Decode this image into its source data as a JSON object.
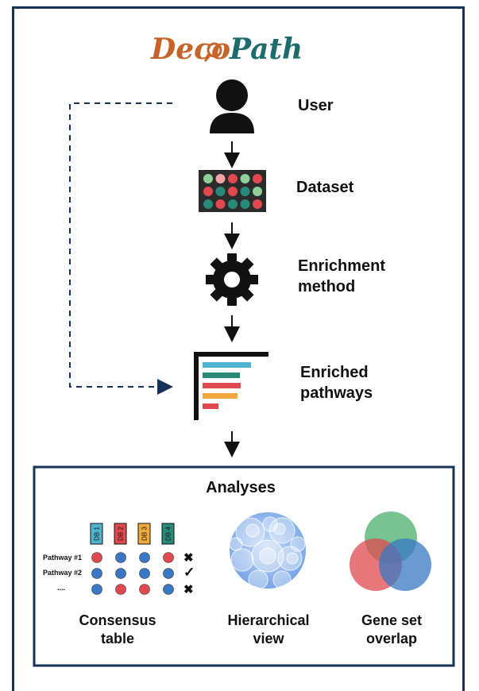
{
  "logo": {
    "part1": "Deco",
    "part2": "Path"
  },
  "steps": {
    "user": "User",
    "dataset": "Dataset",
    "enrichment_line1": "Enrichment",
    "enrichment_line2": "method",
    "enriched_line1": "Enriched",
    "enriched_line2": "pathways"
  },
  "analyses": {
    "title": "Analyses",
    "db_headers": [
      "DB 1",
      "DB 2",
      "DB 3",
      "DB 4"
    ],
    "rows": [
      {
        "label": "Pathway #1",
        "result": "✖"
      },
      {
        "label": "Pathway #2",
        "result": "✓"
      },
      {
        "label": "....",
        "result": "✖"
      }
    ],
    "consensus_line1": "Consensus",
    "consensus_line2": "table",
    "hierarchical_line1": "Hierarchical",
    "hierarchical_line2": "view",
    "geneset_line1": "Gene set",
    "geneset_line2": "overlap"
  },
  "colors": {
    "frame": "#163256",
    "logo_orange": "#c8632a",
    "logo_teal": "#1d6b6c",
    "teal": "#2a8a78",
    "red": "#e0494f",
    "green_light": "#8fcf9a",
    "pink": "#f2a3a3",
    "blue_dot": "#3a78c4",
    "db1": "#4fb3cf",
    "db2": "#e0494f",
    "db3": "#f2a93b",
    "db4": "#2a8a78",
    "bar_cyan": "#4fb3cf",
    "bar_teal": "#2a8a78",
    "bar_red": "#e0494f",
    "bar_orange": "#f2a93b"
  }
}
